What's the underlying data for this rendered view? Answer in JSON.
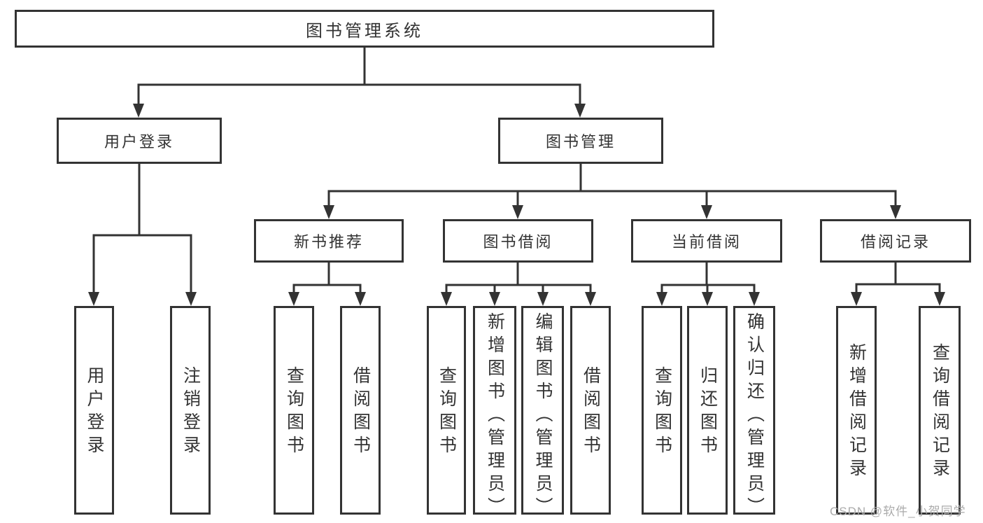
{
  "diagram": {
    "root": {
      "label": "图书管理系统"
    },
    "branches": [
      {
        "label": "用户登录",
        "leaves": [
          {
            "label": "用户登录"
          },
          {
            "label": "注销登录"
          }
        ]
      },
      {
        "label": "图书管理",
        "groups": [
          {
            "label": "新书推荐",
            "leaves": [
              {
                "label": "查询图书"
              },
              {
                "label": "借阅图书"
              }
            ]
          },
          {
            "label": "图书借阅",
            "leaves": [
              {
                "label": "查询图书"
              },
              {
                "label": "新增图书（管理员）"
              },
              {
                "label": "编辑图书（管理员）"
              },
              {
                "label": "借阅图书"
              }
            ]
          },
          {
            "label": "当前借阅",
            "leaves": [
              {
                "label": "查询图书"
              },
              {
                "label": "归还图书"
              },
              {
                "label": "确认归还（管理员）"
              }
            ]
          },
          {
            "label": "借阅记录",
            "leaves": [
              {
                "label": "新增借阅记录"
              },
              {
                "label": "查询借阅记录"
              }
            ]
          }
        ]
      }
    ]
  },
  "watermark": {
    "text": "CSDN @软件_小贺同学"
  },
  "colors": {
    "line": "#333333",
    "box_border": "#333333",
    "text": "#333333",
    "watermark": "#ababab",
    "background": "#ffffff"
  }
}
